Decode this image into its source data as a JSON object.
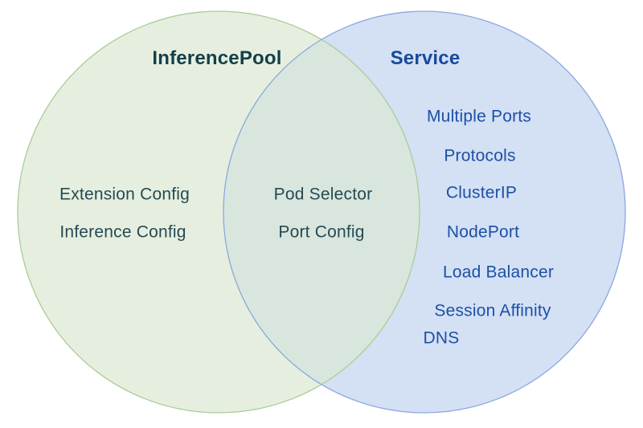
{
  "diagram": {
    "type": "venn",
    "colors": {
      "left_fill": "#e6efdf",
      "left_stroke": "#a9cc96",
      "right_fill": "#d4e0f4",
      "right_stroke": "#8aa8de",
      "overlap_fill": "#d9e6dd",
      "left_title_text": "#143f4a",
      "left_item_text": "#254a54",
      "right_title_text": "#17499e",
      "right_item_text": "#1d50a6"
    },
    "left": {
      "title": "InferencePool",
      "items": [
        "Extension Config",
        "Inference Config"
      ]
    },
    "right": {
      "title": "Service",
      "items": [
        "Multiple Ports",
        "Protocols",
        "ClusterIP",
        "NodePort",
        "Load Balancer",
        "Session Affinity",
        "DNS"
      ]
    },
    "overlap": {
      "items": [
        "Pod Selector",
        "Port Config"
      ]
    }
  }
}
